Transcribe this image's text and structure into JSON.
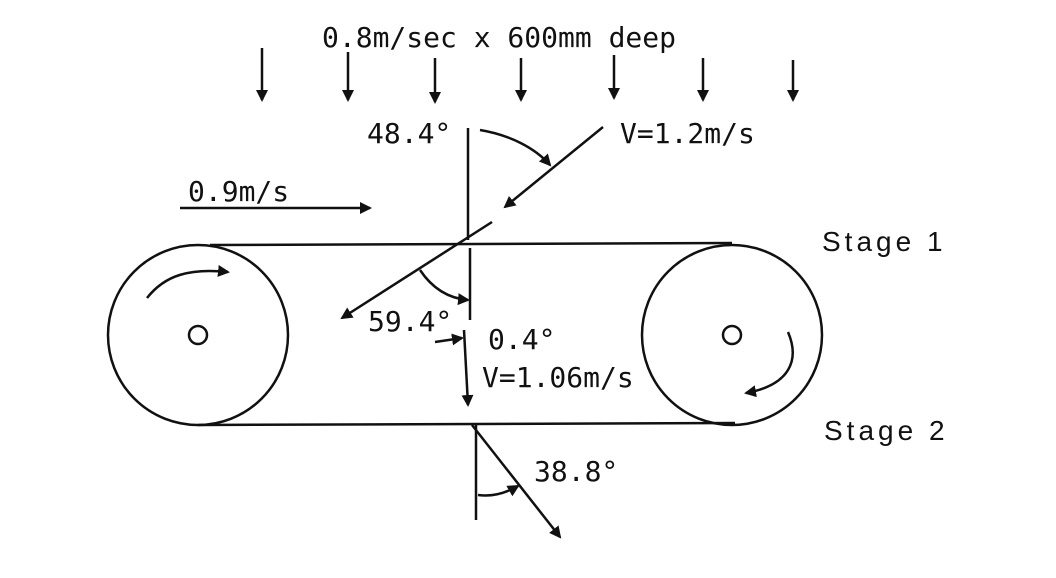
{
  "labels": {
    "flow_top": "0.8m/sec x 600mm deep",
    "inflow_velocity": "V=1.2m/s",
    "angle_inflow": "48.4°",
    "conveyor_speed": "0.9m/s",
    "stage1": "Stage 1",
    "stage2": "Stage 2",
    "angle_stage1": "59.4°",
    "angle_small": "0.4°",
    "mid_velocity": "V=1.06m/s",
    "angle_outflow": "38.8°"
  },
  "colors": {
    "ink": "#111111",
    "paper": "#ffffff"
  }
}
